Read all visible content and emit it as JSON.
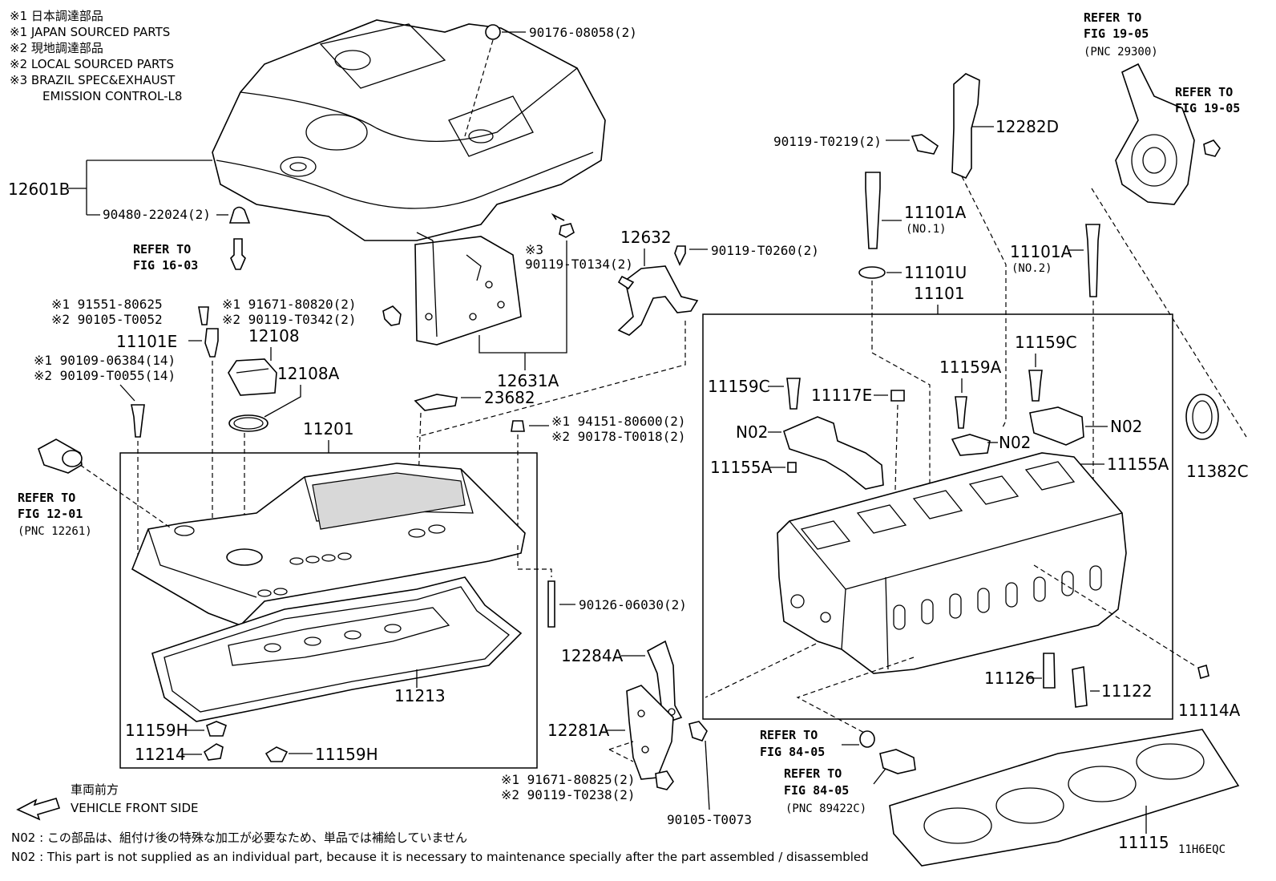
{
  "legend": {
    "l1": "※1  日本調達部品",
    "l2": "※1  JAPAN SOURCED PARTS",
    "l3": "※2  現地調達部品",
    "l4": "※2  LOCAL SOURCED PARTS",
    "l5": "※3  BRAZIL SPEC&EXHAUST",
    "l6": "EMISSION CONTROL-L8"
  },
  "parts": {
    "p12601B": "12601B",
    "p90480": "90480-22024(2)",
    "p90176": "90176-08058(2)",
    "refer_fig16_a": "REFER TO",
    "refer_fig16_b": "FIG 16-03",
    "m3": "※3",
    "p90119_T0134": "90119-T0134(2)",
    "p12632": "12632",
    "p90119_T0260": "90119-T0260(2)",
    "p91551_a": "※1 91551-80625",
    "p91551_b": "※2 90105-T0052",
    "p91671_a": "※1 91671-80820(2)",
    "p91671_b": "※2 90119-T0342(2)",
    "p11101E": "11101E",
    "p12108": "12108",
    "p12108A": "12108A",
    "p90109_a": "※1  90109-06384(14)",
    "p90109_b": "※2  90109-T0055(14)",
    "p12631A": "12631A",
    "p23682": "23682",
    "p94151_a": "※1 94151-80600(2)",
    "p94151_b": "※2 90178-T0018(2)",
    "p11201": "11201",
    "refer_fig12_a": "REFER TO",
    "refer_fig12_b": "FIG 12-01",
    "refer_fig12_c": "(PNC 12261)",
    "p90126": "90126-06030(2)",
    "p11213": "11213",
    "p11159H_a": "11159H",
    "p11214": "11214",
    "p11159H_b": "11159H",
    "p12284A": "12284A",
    "p12281A": "12281A",
    "p91671_825_a": "※1 91671-80825(2)",
    "p91671_825_b": "※2 90119-T0238(2)",
    "p90105_T0073": "90105-T0073",
    "refer_fig19a_a": "REFER TO",
    "refer_fig19a_b": "FIG 19-05",
    "refer_fig19a_c": "(PNC 29300)",
    "refer_fig19b_a": "REFER TO",
    "refer_fig19b_b": "FIG 19-05",
    "p90119_T0219": "90119-T0219(2)",
    "p12282D": "12282D",
    "p11101A_1": "11101A",
    "p11101A_1_sub": "(NO.1)",
    "p11101U": "11101U",
    "p11101": "11101",
    "p11101A_2": "11101A",
    "p11101A_2_sub": "(NO.2)",
    "p11159C_a": "11159C",
    "p11159C_b": "11159C",
    "p11117E": "11117E",
    "p11159A": "11159A",
    "pN02_a": "N02",
    "pN02_b": "N02",
    "pN02_c": "N02",
    "p11155A_a": "11155A",
    "p11155A_b": "11155A",
    "p11382C": "11382C",
    "p11126": "11126",
    "p11122": "11122",
    "p11114A": "11114A",
    "refer_fig84a_a": "REFER TO",
    "refer_fig84a_b": "FIG 84-05",
    "refer_fig84b_a": "REFER TO",
    "refer_fig84b_b": "FIG 84-05",
    "refer_fig84b_c": "(PNC 89422C)",
    "p11115": "11115",
    "code": "11H6EQC"
  },
  "footer": {
    "front_jp": "車両前方",
    "front_en": "VEHICLE FRONT SIDE",
    "note_jp": "N02 : この部品は、組付け後の特殊な加工が必要なため、単品では補給していません",
    "note_en": "N02 : This part is not supplied as an individual part, because it is necessary to maintenance specially after the part assembled / disassembled"
  }
}
